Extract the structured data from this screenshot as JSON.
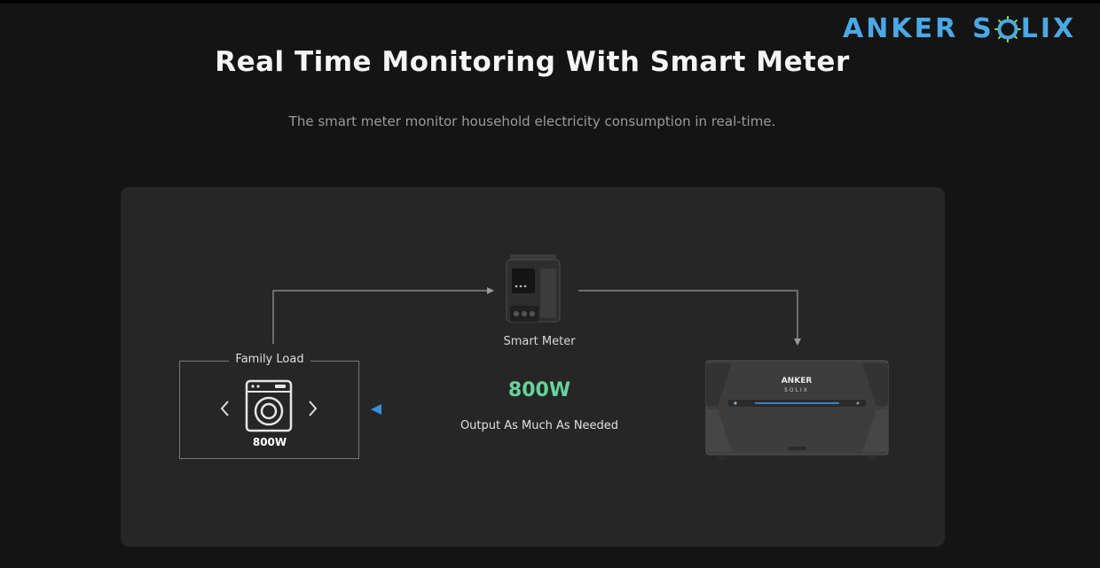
{
  "brand": {
    "word1": "ANKER",
    "word2_pre": "S",
    "word2_post": "LIX",
    "color": "#4aa8e6",
    "accent": "#8ddc3c"
  },
  "heading": {
    "title": "Real Time Monitoring With Smart Meter",
    "subtitle": "The smart meter monitor household electricity consumption in real-time."
  },
  "diagram": {
    "smart_meter": {
      "label": "Smart Meter"
    },
    "family_load": {
      "label": "Family Load",
      "value": "800W"
    },
    "flow": {
      "value": "800W",
      "label": "Output As Much As Needed",
      "value_color": "#66d39a"
    },
    "battery": {
      "brand_line1": "ANKER",
      "brand_line2": "SOLIX"
    }
  }
}
